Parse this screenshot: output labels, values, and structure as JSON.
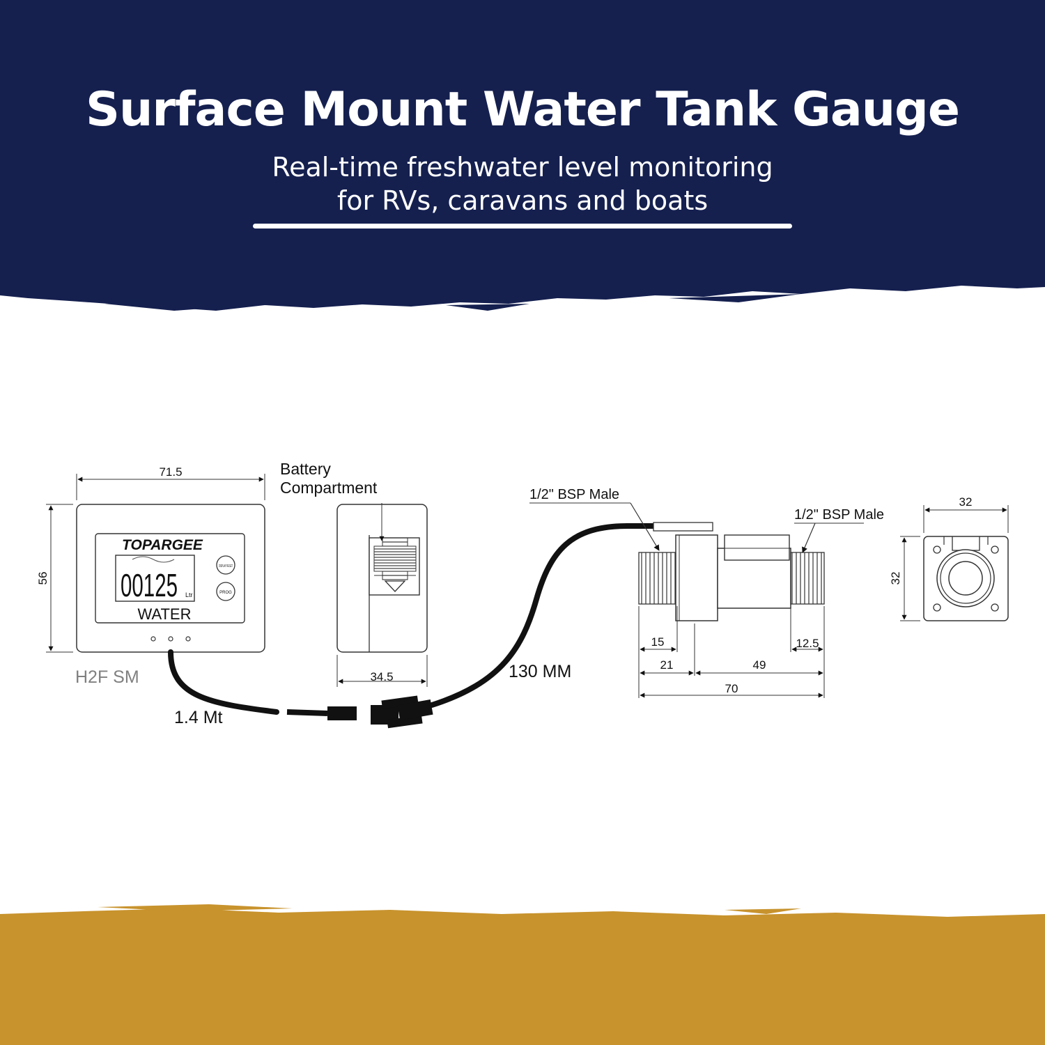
{
  "header": {
    "title": "Surface Mount Water Tank Gauge",
    "subtitle_line1": "Real-time freshwater level monitoring",
    "subtitle_line2": "for RVs, caravans and boats"
  },
  "colors": {
    "navy": "#15204f",
    "gold": "#c8932d"
  },
  "display_unit": {
    "brand": "TOPARGEE",
    "reading": "00125",
    "unit": "Ltr",
    "label": "WATER",
    "button_display": "DISPLAY RESET",
    "button_prog": "PROG",
    "model": "H2F SM"
  },
  "dimensions": {
    "width": "71.5",
    "height": "56",
    "battery_width": "34.5",
    "sensor_left_thread": "15",
    "sensor_left_body": "21",
    "sensor_right_section": "49",
    "sensor_right_thread": "12.5",
    "sensor_total": "70",
    "end_width": "32",
    "end_height": "32"
  },
  "labels": {
    "battery_line1": "Battery",
    "battery_line2": "Compartment",
    "cable_short": "1.4 Mt",
    "cable_long": "130 MM",
    "thread_left": "1/2\" BSP Male",
    "thread_right": "1/2\" BSP Male"
  }
}
